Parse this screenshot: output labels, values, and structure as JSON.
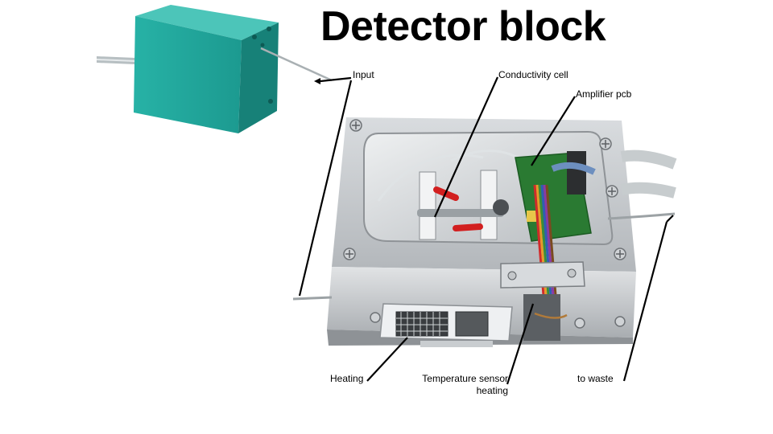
{
  "title": "Detector block",
  "labels": {
    "input": "Input",
    "conductivity_cell": "Conductivity cell",
    "amplifier_pcb": "Amplifier pcb",
    "heating": "Heating",
    "temperature_sensor_line1": "Temperature sensor",
    "temperature_sensor_line2": "heating",
    "to_waste": "to waste"
  },
  "colors": {
    "housing": "#1fa59b",
    "aluminium": "#c9ccd0",
    "pcb": "#2a7a32"
  }
}
